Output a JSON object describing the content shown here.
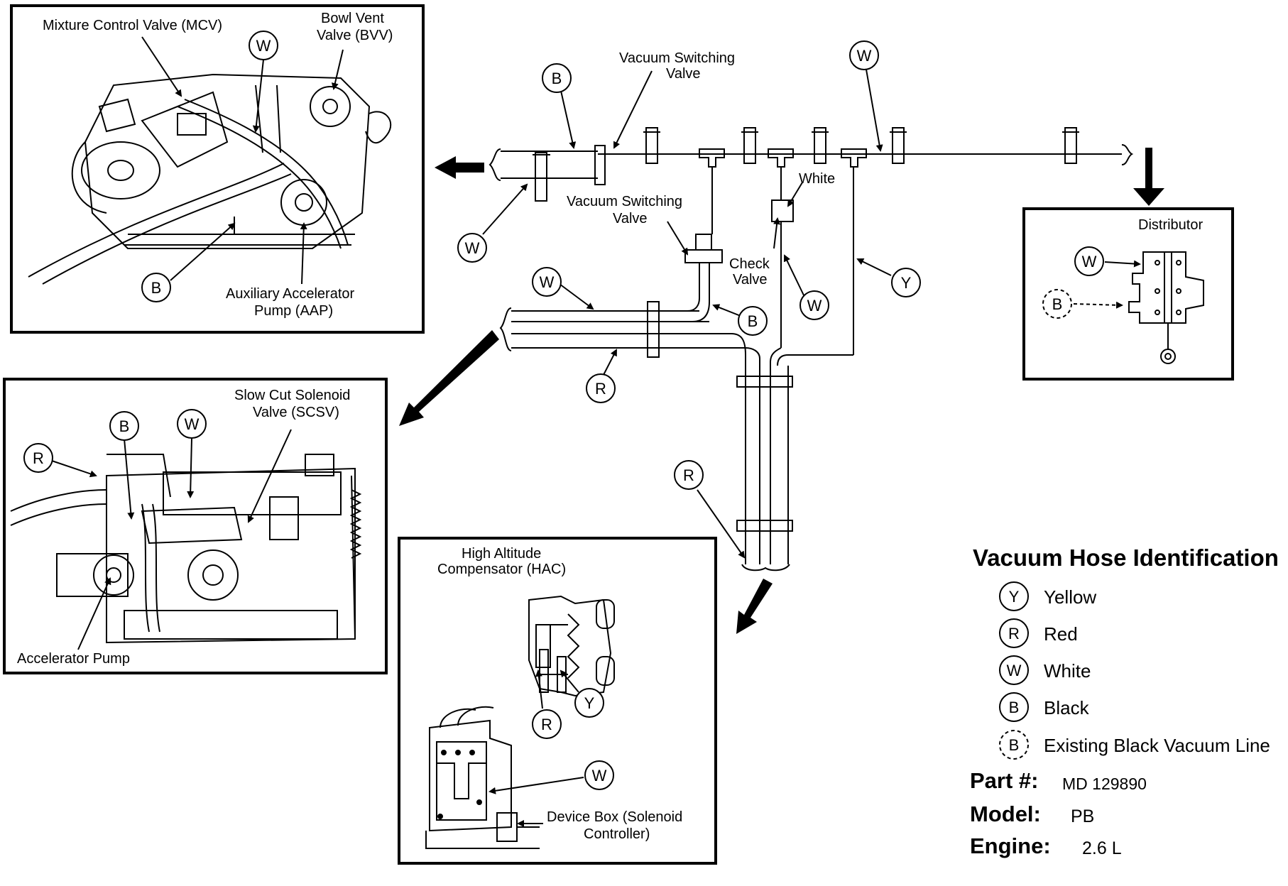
{
  "inset_carb_top": {
    "mcv_label": "Mixture Control Valve (MCV)",
    "bvv_label_1": "Bowl Vent",
    "bvv_label_2": "Valve (BVV)",
    "aap_label_1": "Auxiliary Accelerator",
    "aap_label_2": "Pump (AAP)",
    "bubble_w": "W",
    "bubble_b": "B"
  },
  "inset_carb_side": {
    "scsv_label_1": "Slow Cut Solenoid",
    "scsv_label_2": "Valve (SCSV)",
    "accel_pump_label": "Accelerator Pump",
    "bubble_r": "R",
    "bubble_b": "B",
    "bubble_w": "W"
  },
  "inset_hac": {
    "hac_label_1": "High Altitude",
    "hac_label_2": "Compensator (HAC)",
    "device_label_1": "Device Box (Solenoid",
    "device_label_2": "Controller)",
    "bubble_r": "R",
    "bubble_y": "Y",
    "bubble_w": "W"
  },
  "inset_distributor": {
    "label": "Distributor",
    "bubble_w": "W",
    "bubble_b": "B"
  },
  "hose_network": {
    "vsv_top_1": "Vacuum Switching",
    "vsv_top_2": "Valve",
    "vsv_mid_1": "Vacuum Switching",
    "vsv_mid_2": "Valve",
    "check_valve_1": "Check",
    "check_valve_2": "Valve",
    "white_label": "White",
    "bubble_b_top": "B",
    "bubble_w_top": "W",
    "bubble_w_left": "W",
    "bubble_w_mid": "W",
    "bubble_b_mid": "B",
    "bubble_w_check": "W",
    "bubble_y": "Y",
    "bubble_r_mid": "R",
    "bubble_r_low": "R"
  },
  "legend": {
    "title": "Vacuum Hose Identification",
    "items": [
      {
        "code": "Y",
        "label": "Yellow",
        "style": "solid"
      },
      {
        "code": "R",
        "label": "Red",
        "style": "solid"
      },
      {
        "code": "W",
        "label": "White",
        "style": "solid"
      },
      {
        "code": "B",
        "label": "Black",
        "style": "solid"
      },
      {
        "code": "B",
        "label": "Existing Black Vacuum Line",
        "style": "dashed"
      }
    ]
  },
  "specs": {
    "part_key": "Part #:",
    "part_value": "MD 129890",
    "model_key": "Model:",
    "model_value": "PB",
    "engine_key": "Engine:",
    "engine_value": "2.6 L"
  },
  "colors": {
    "ink": "#000000",
    "paper": "#ffffff"
  }
}
